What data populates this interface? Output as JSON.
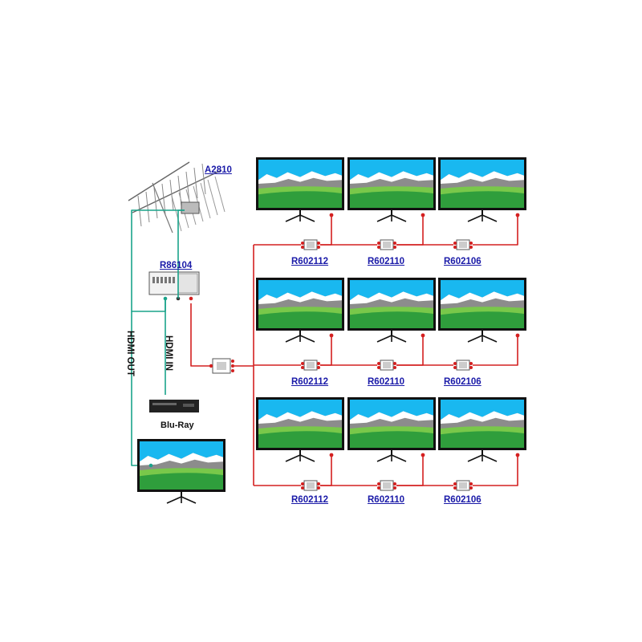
{
  "labels": {
    "antenna": "A2810",
    "amplifier": "R86104",
    "bluray": "Blu-Ray",
    "hdmi_out": "HDMI OUT",
    "hdmi_in": "HDMI IN"
  },
  "rows": [
    {
      "taps": [
        "R602112",
        "R602110",
        "R602106"
      ]
    },
    {
      "taps": [
        "R602112",
        "R602110",
        "R602106"
      ]
    },
    {
      "taps": [
        "R602112",
        "R602110",
        "R602106"
      ]
    }
  ],
  "colors": {
    "coax": "#d42020",
    "hdmi": "#1aa38a",
    "sky": "#19b8f0",
    "grass": "#2f9e3c",
    "grass_light": "#79c84a",
    "mountain": "#8c8c8c",
    "snow": "#ffffff",
    "bezel": "#111111",
    "link": "#1a1aa8"
  },
  "icons": [
    "antenna-icon",
    "amplifier-icon",
    "splitter-icon",
    "tap-icon",
    "tv-icon",
    "bluray-player-icon"
  ]
}
